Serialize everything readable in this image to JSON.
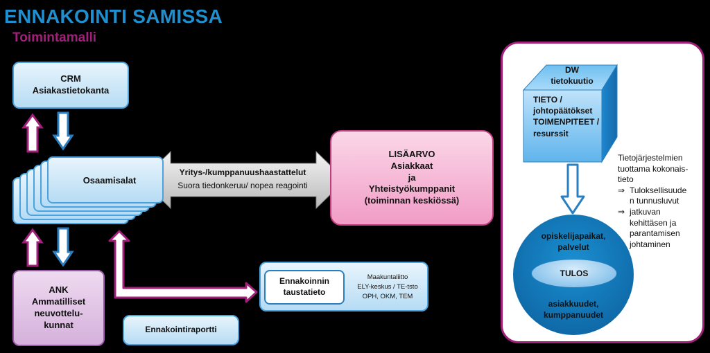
{
  "title": "ENNAKOINTI SAMISSA",
  "subtitle": "Toimintamalli",
  "crm": {
    "line1": "CRM",
    "line2": "Asiakastietokanta"
  },
  "osaamisalat": "Osaamisalat",
  "ank": {
    "line1": "ANK",
    "line2": "Ammatilliset",
    "line3": "neuvottelu-",
    "line4": "kunnat"
  },
  "ennakointiraportti": "Ennakointiraportti",
  "taustatieto": {
    "line1": "Ennakoinnin",
    "line2": "taustatieto"
  },
  "sources": {
    "line1": "Maakuntaliitto",
    "line2": "ELY-keskus / TE-tsto",
    "line3": "OPH, OKM, TEM"
  },
  "interview": {
    "line1": "Yritys-/kumppanuushaastattelut",
    "line2": "Suora tiedonkeruu/ nopea reagointi"
  },
  "lisaarvo": {
    "line1": "LISÄARVO",
    "line2": "Asiakkaat",
    "line3": "ja",
    "line4": "Yhteistyökumppanit",
    "line5": "(toiminnan keskiössä)"
  },
  "dw": {
    "line1": "DW",
    "line2": "tietokuutio",
    "front1": "TIETO /",
    "front2": "johtopäätökset",
    "front3": "TOIMENPITEET /",
    "front4": "resurssit"
  },
  "side_info": {
    "line1": "Tietojärjestelmien",
    "line2": "tuottama kokonais-",
    "line3": "tieto",
    "b1_sym": "⇒",
    "b1_line1": "Tuloksellisuude",
    "b1_line2": "n tunnusluvut",
    "b2_sym": "⇒",
    "b2_line1": "jatkuvan",
    "b2_line2": "kehittäsen ja",
    "b2_line3": "parantamisen",
    "b2_line4": "johtaminen"
  },
  "result": {
    "top1": "opiskelijapaikat,",
    "top2": "palvelut",
    "center": "TULOS",
    "bot1": "asiakkuudet,",
    "bot2": "kumppanuudet"
  },
  "colors": {
    "title": "#1f8fd0",
    "subtitle": "#a0207a",
    "box_border": "#4aa3df",
    "arrow_purple": "#a0207a",
    "arrow_blue": "#2a7fc0",
    "panel_border": "#a0207a"
  }
}
